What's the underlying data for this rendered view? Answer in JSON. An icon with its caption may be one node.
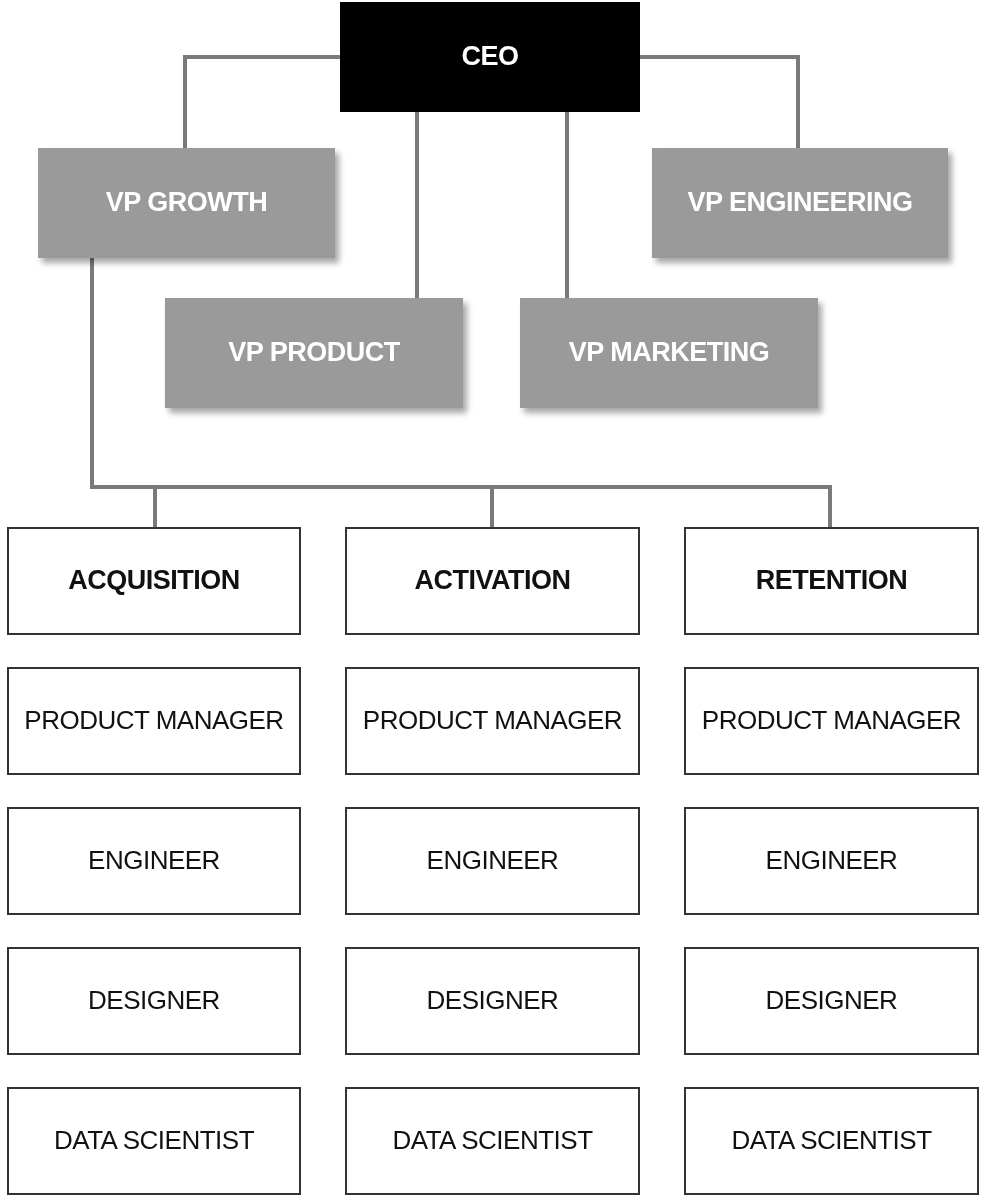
{
  "diagram": {
    "nodes": [
      {
        "text": [
          "CEO"
        ]
      },
      {
        "text": [
          "VP GROWTH"
        ]
      },
      {
        "text": [
          "VP ENGINEERING"
        ]
      },
      {
        "text": [
          "VP PRODUCT"
        ]
      },
      {
        "text": [
          "VP MARKETING"
        ]
      },
      {
        "text": [
          "ACQUISITION"
        ]
      },
      {
        "text": [
          "ACTIVATION"
        ]
      },
      {
        "text": [
          "RETENTION"
        ]
      },
      {
        "text": [
          "PRODUCT MANAGER"
        ]
      },
      {
        "text": [
          "PRODUCT MANAGER"
        ]
      },
      {
        "text": [
          "PRODUCT MANAGER"
        ]
      },
      {
        "text": [
          "ENGINEER"
        ]
      },
      {
        "text": [
          "ENGINEER"
        ]
      },
      {
        "text": [
          "ENGINEER"
        ]
      },
      {
        "text": [
          "DESIGNER"
        ]
      },
      {
        "text": [
          "DESIGNER"
        ]
      },
      {
        "text": [
          "DESIGNER"
        ]
      },
      {
        "text": [
          "DATA SCIENTIST"
        ]
      },
      {
        "text": [
          "DATA SCIENTIST"
        ]
      },
      {
        "text": [
          "DATA SCIENTIST"
        ]
      }
    ],
    "edges": [
      {
        "from": 0,
        "to": 1,
        "arrow": "none"
      },
      {
        "from": 0,
        "to": 2,
        "arrow": "none"
      },
      {
        "from": 0,
        "to": 3,
        "arrow": "none"
      },
      {
        "from": 0,
        "to": 4,
        "arrow": "none"
      },
      {
        "from": 1,
        "to": 5,
        "arrow": "none"
      },
      {
        "from": 1,
        "to": 6,
        "arrow": "none"
      },
      {
        "from": 1,
        "to": 7,
        "arrow": "none"
      }
    ]
  }
}
